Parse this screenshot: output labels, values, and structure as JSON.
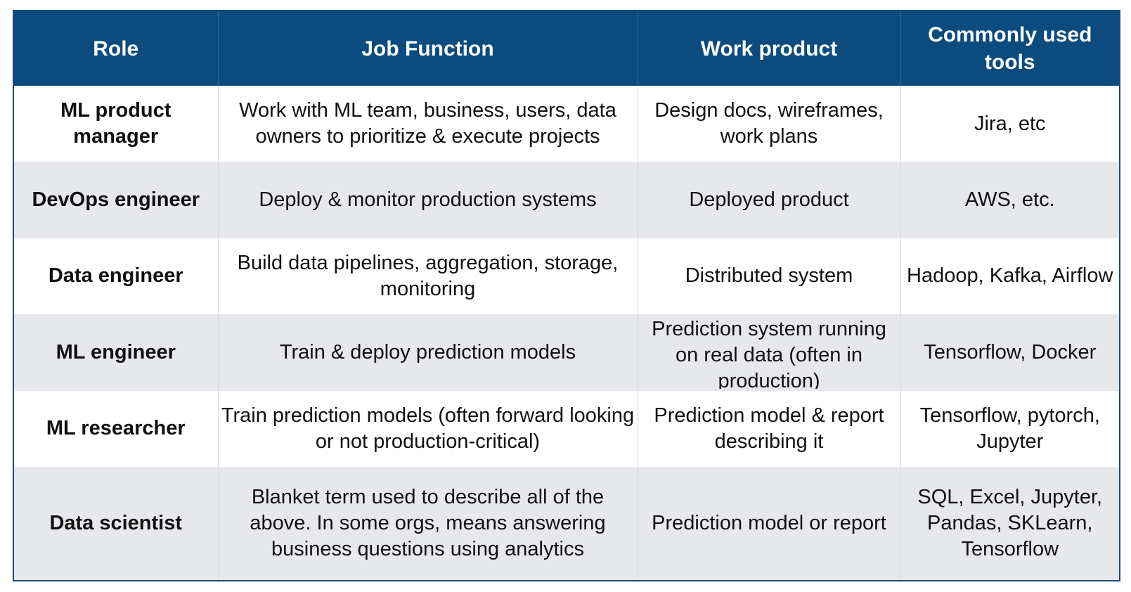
{
  "table": {
    "headers": [
      "Role",
      "Job Function",
      "Work product",
      "Commonly used tools"
    ],
    "rows": [
      {
        "role": "ML product manager",
        "job_function": "Work with ML team, business, users, data owners to prioritize & execute projects",
        "work_product": "Design docs, wireframes, work plans",
        "tools": "Jira, etc"
      },
      {
        "role": "DevOps engineer",
        "job_function": "Deploy & monitor production systems",
        "work_product": "Deployed product",
        "tools": "AWS, etc."
      },
      {
        "role": "Data engineer",
        "job_function": "Build data pipelines, aggregation, storage, monitoring",
        "work_product": "Distributed system",
        "tools": "Hadoop, Kafka, Airflow"
      },
      {
        "role": "ML engineer",
        "job_function": "Train & deploy prediction models",
        "work_product": "Prediction system running on real data (often in production)",
        "tools": "Tensorflow, Docker"
      },
      {
        "role": "ML researcher",
        "job_function": "Train prediction models (often forward looking or not production-critical)",
        "work_product": "Prediction model & report describing it",
        "tools": "Tensorflow, pytorch, Jupyter"
      },
      {
        "role": "Data scientist",
        "job_function": "Blanket term used to describe all of the above. In some orgs, means answering business questions using analytics",
        "work_product": "Prediction model or report",
        "tools": "SQL, Excel, Jupyter, Pandas, SKLearn, Tensorflow"
      }
    ]
  },
  "colors": {
    "header_background": "#0b4b7e",
    "header_text": "#ffffff",
    "row_alt_background": "#e7e8ec",
    "frame_border": "#1a4a7a"
  }
}
